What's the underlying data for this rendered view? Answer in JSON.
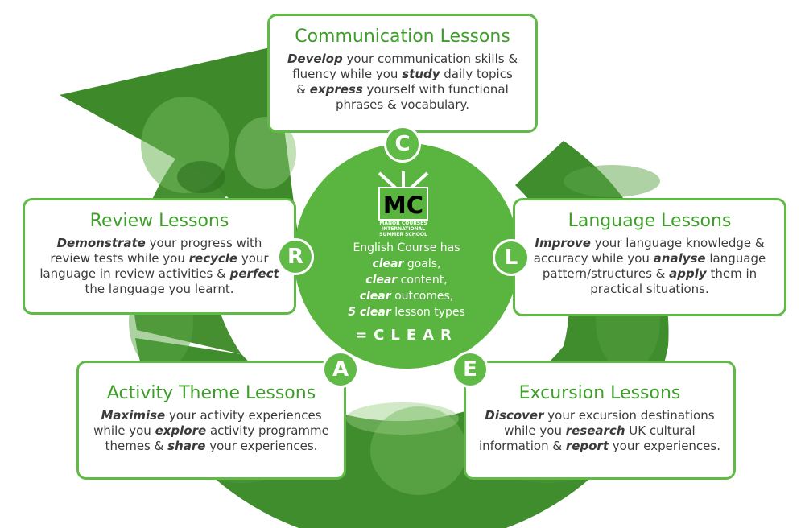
{
  "colors": {
    "green": "#5fbb46",
    "dark_green": "#2f7d22",
    "text": "#3a3a3a"
  },
  "hub": {
    "logo": {
      "letters": "MC",
      "line1": "MANOR COURSES",
      "line2": "INTERNATIONAL",
      "line3": "SUMMER SCHOOL"
    },
    "line1": "English Course has",
    "line2_em": "clear",
    "line2_rest": " goals,",
    "line3_em": "clear",
    "line3_rest": " content,",
    "line4_em": "clear",
    "line4_rest": " outcomes,",
    "line5_em": "5 clear",
    "line5_rest": " lesson types",
    "clear": "=CLEAR"
  },
  "cards": {
    "communication": {
      "badge": "C",
      "title": "Communication Lessons",
      "t1": "Develop",
      "t2": " your communication skills & fluency while you ",
      "t3": "study",
      "t4": " daily topics & ",
      "t5": "express",
      "t6": " yourself with functional phrases & vocabulary."
    },
    "review": {
      "badge": "R",
      "title": "Review Lessons",
      "t1": "Demonstrate",
      "t2": " your progress with review tests while you ",
      "t3": "recycle",
      "t4": " your language in review activities & ",
      "t5": "perfect",
      "t6": " the language you learnt."
    },
    "language": {
      "badge": "L",
      "title": "Language Lessons",
      "t1": "Improve",
      "t2": " your language knowledge & accuracy while you ",
      "t3": "analyse",
      "t4": " language pattern/structures & ",
      "t5": "apply",
      "t6": " them in practical situations."
    },
    "activity": {
      "badge": "A",
      "title": "Activity Theme Lessons",
      "t1": "Maximise",
      "t2": " your activity experiences while you ",
      "t3": "explore",
      "t4": " activity programme themes & ",
      "t5": "share",
      "t6": " your experiences."
    },
    "excursion": {
      "badge": "E",
      "title": "Excursion Lessons",
      "t1": "Discover",
      "t2": " your excursion destinations while you ",
      "t3": "research",
      "t4": " UK cultural information & ",
      "t5": "report",
      "t6": " your experiences."
    }
  }
}
